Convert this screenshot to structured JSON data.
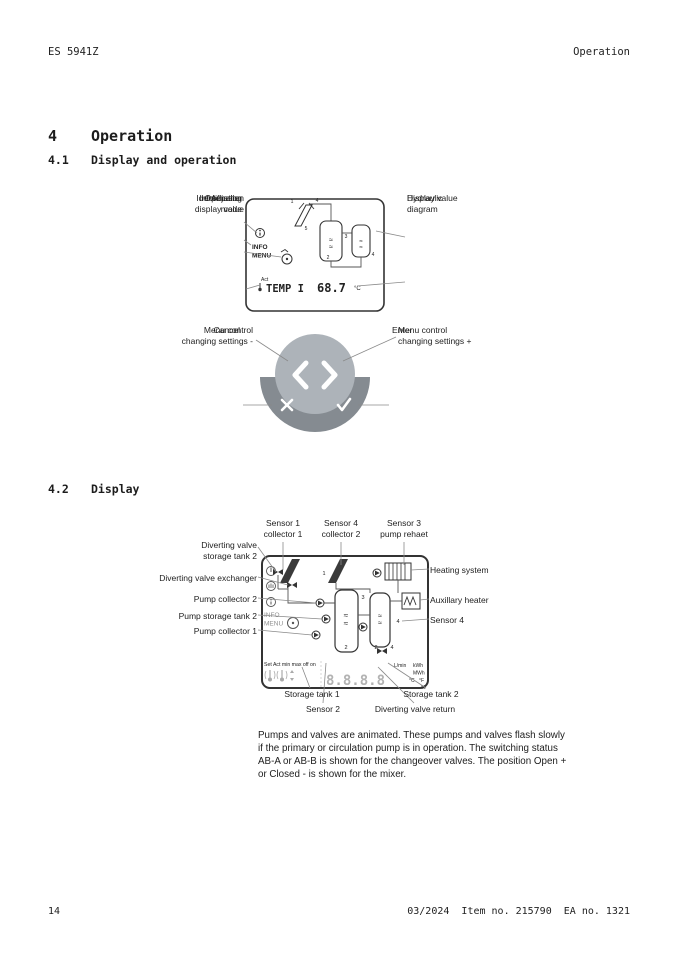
{
  "header": {
    "left": "ES 5941Z",
    "right": "Operation"
  },
  "sections": {
    "s4": {
      "number": "4",
      "title": "Operation"
    },
    "s41": {
      "number": "4.1",
      "title": "Display and operation"
    },
    "s42": {
      "number": "4.2",
      "title": "Display"
    }
  },
  "panel": {
    "labels_left": [
      "Operating\nmode",
      "Information",
      "Adjuster",
      "Identification\ndisplay value"
    ],
    "labels_right": [
      "Hydraulic\ndiagram",
      "Display value"
    ],
    "display": {
      "info": "INFO",
      "menu": "MENU",
      "act": "Act",
      "reading": "TEMP I",
      "value": "68.7",
      "unit": "°C",
      "numbers": [
        "1",
        "4",
        "5",
        "3",
        "2",
        "4"
      ]
    }
  },
  "dial": {
    "labels_left": [
      "Menu control\nchanging settings -",
      "Cancel"
    ],
    "labels_right": [
      "Menu control\nchanging settings +",
      "Enter"
    ]
  },
  "display_diagram": {
    "labels_top": [
      "Sensor 1\ncollector 1",
      "Sensor 4\ncollector 2",
      "Sensor 3\npump rehaet"
    ],
    "labels_left": [
      "Diverting valve\nstorage tank 2",
      "Diverting valve exchanger",
      "Pump collector 2",
      "Pump storage tank 2",
      "Pump collector 1"
    ],
    "labels_right": [
      "Heating system",
      "Auxillary heater",
      "Sensor 4"
    ],
    "labels_bottom": [
      "Storage tank 1",
      "Sensor 2",
      "Storage tank 2",
      "Diverting valve return"
    ],
    "screen": {
      "info": "INFO",
      "menu": "MENU",
      "flags": "Set Act min max off on",
      "digits": "8.8.8.8",
      "units": [
        "L/min",
        "kWh",
        "MWh",
        "°C",
        "°F",
        "%"
      ],
      "numbers": [
        "1",
        "3",
        "2",
        "4",
        "2",
        "4"
      ]
    }
  },
  "paragraph": "Pumps and valves are animated. These pumps and valves flash slowly\nif the primary or circulation pump is in operation. The switching status\nAB-A or AB-B is shown for the changeover valves. The position Open +\nor Closed - is shown for the mixer.",
  "footer": {
    "page_number": "14",
    "right": "03/2024  Item no. 215790  EA no. 1321"
  }
}
